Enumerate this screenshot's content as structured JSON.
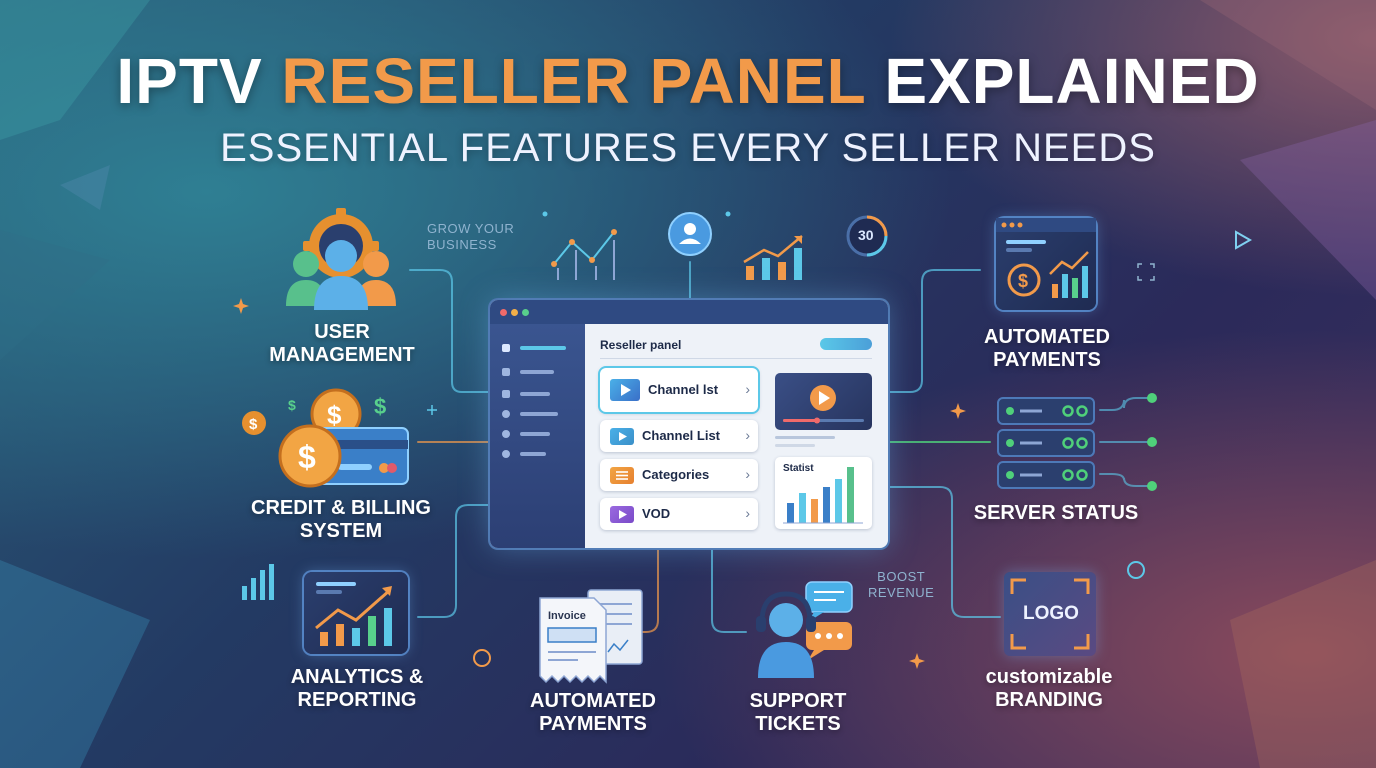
{
  "title": {
    "part1": "IPTV ",
    "accent": "RESELLER PANEL",
    "part2": " EXPLAINED",
    "subtitle": "ESSENTIAL FEATURES EVERY SELLER NEEDS"
  },
  "colors": {
    "accent_orange": "#f29a4a",
    "glow_cyan": "#5cc8e8",
    "line_green": "#4fd07a",
    "background_dark": "#233a63"
  },
  "annotations": {
    "grow": "GROW YOUR\nBUSINESS",
    "boost": "BOOST\nREVENUE"
  },
  "features": {
    "user_management": {
      "label": "USER\nMANAGEMENT",
      "icon": "users-gear-icon"
    },
    "credit_billing": {
      "label": "CREDIT & BILLING\nSYSTEM",
      "icon": "coins-card-icon"
    },
    "analytics": {
      "label": "ANALYTICS &\nREPORTING",
      "icon": "chart-up-icon"
    },
    "automated_payments_bottom": {
      "label": "AUTOMATED\nPAYMENTS",
      "icon": "invoice-icon"
    },
    "support_tickets": {
      "label": "SUPPORT\nTICKETS",
      "icon": "headset-chat-icon"
    },
    "automated_payments_right": {
      "label": "AUTOMATED\nPAYMENTS",
      "icon": "payment-chart-window-icon"
    },
    "server_status": {
      "label": "SERVER STATUS",
      "icon": "server-rack-icon"
    },
    "branding": {
      "label": "customizable\nBRANDING",
      "icon": "logo-frame-icon"
    }
  },
  "top_icons": {
    "counter": "30",
    "user_icon": "user-circle-icon"
  },
  "panel": {
    "title": "Reseller panel",
    "menu": [
      {
        "label": "Channel lst",
        "icon": "play-icon"
      },
      {
        "label": "Channel List",
        "icon": "play-icon"
      },
      {
        "label": "Categories",
        "icon": "list-icon"
      },
      {
        "label": "VOD",
        "icon": "play-icon"
      }
    ],
    "stat_label": "Statist",
    "sidebar_icons": [
      "dashboard-icon",
      "users-icon",
      "user-icon",
      "clock-icon",
      "globe-icon",
      "settings-icon"
    ]
  },
  "invoice_label": "Invoice",
  "logo_label": "LOGO"
}
